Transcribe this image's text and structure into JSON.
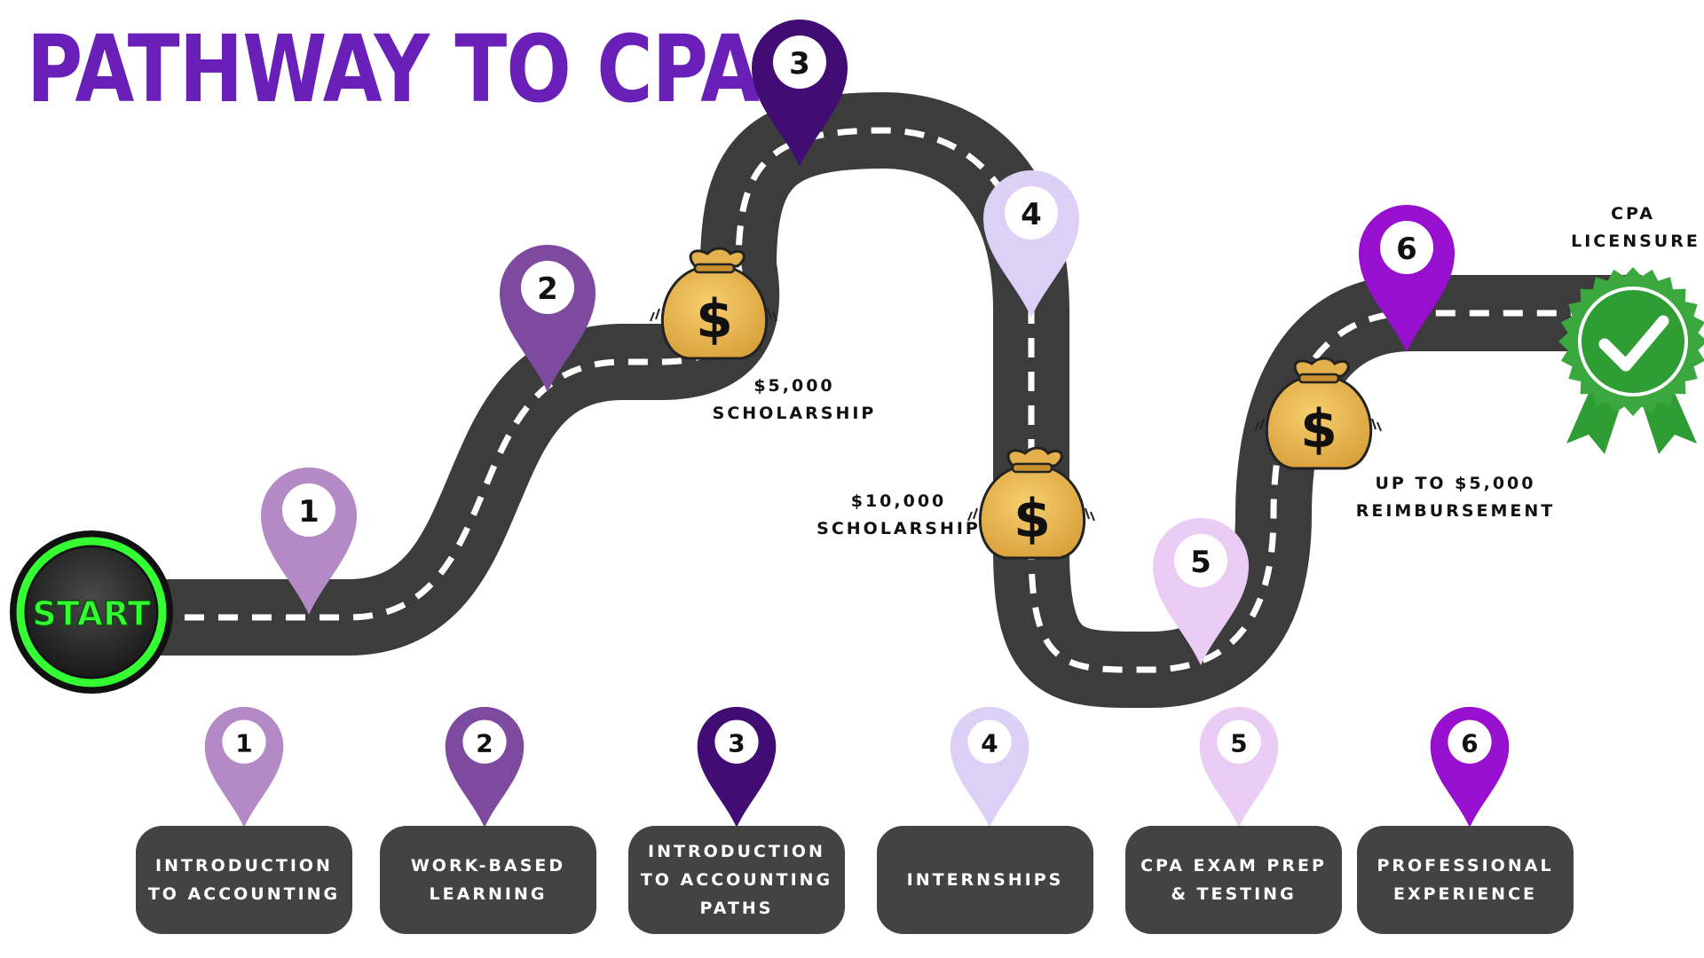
{
  "title": "PATHWAY TO CPA",
  "start_label": "START",
  "finish_label": "CPA LICENSURE",
  "steps": [
    {
      "number": "1",
      "label": "INTRODUCTION TO ACCOUNTING",
      "color": "#b38ac5"
    },
    {
      "number": "2",
      "label": "WORK-BASED LEARNING",
      "color": "#7e4aa0"
    },
    {
      "number": "3",
      "label": "INTRODUCTION TO ACCOUNTING PATHS",
      "color": "#410c73"
    },
    {
      "number": "4",
      "label": "INTERNSHIPS",
      "color": "#ddd0f6"
    },
    {
      "number": "5",
      "label": "CPA EXAM PREP & TESTING",
      "color": "#ebccf4"
    },
    {
      "number": "6",
      "label": "PROFESSIONAL EXPERIENCE",
      "color": "#9810cf"
    }
  ],
  "money": [
    {
      "amount": "$5,000",
      "note": "SCHOLARSHIP"
    },
    {
      "amount": "$10,000",
      "note": "SCHOLARSHIP"
    },
    {
      "amount": "UP TO $5,000",
      "note": "REIMBURSEMENT"
    }
  ],
  "colors": {
    "title": "#6a1fb8",
    "road": "#3c3c3c",
    "card": "#434343",
    "start_glow": "#33ff33",
    "badge": "#2e9e34"
  },
  "icons": [
    "map-pin-icon",
    "money-bag-icon",
    "check-badge-icon"
  ]
}
